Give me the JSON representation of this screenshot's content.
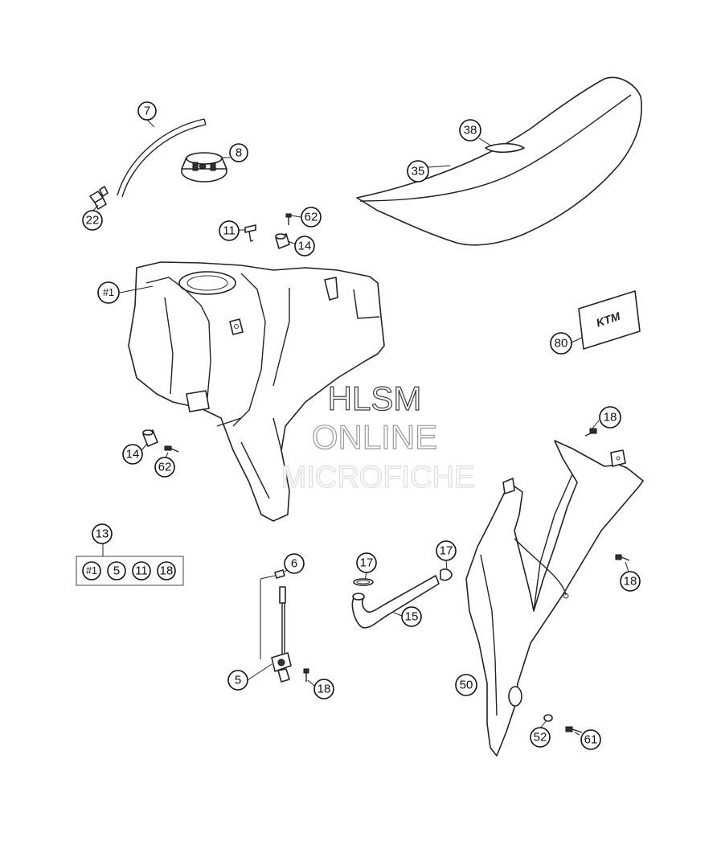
{
  "diagram": {
    "callouts": [
      {
        "id": "c7",
        "label": "7"
      },
      {
        "id": "c8",
        "label": "8"
      },
      {
        "id": "c22",
        "label": "22"
      },
      {
        "id": "c11",
        "label": "11"
      },
      {
        "id": "c62a",
        "label": "62"
      },
      {
        "id": "c14a",
        "label": "14"
      },
      {
        "id": "c1",
        "label": "#1"
      },
      {
        "id": "c38",
        "label": "38"
      },
      {
        "id": "c35",
        "label": "35"
      },
      {
        "id": "c80",
        "label": "80"
      },
      {
        "id": "c14b",
        "label": "14"
      },
      {
        "id": "c62b",
        "label": "62"
      },
      {
        "id": "c18a",
        "label": "18"
      },
      {
        "id": "c13",
        "label": "13"
      },
      {
        "id": "c6",
        "label": "6"
      },
      {
        "id": "c17a",
        "label": "17"
      },
      {
        "id": "c17b",
        "label": "17"
      },
      {
        "id": "c15",
        "label": "15"
      },
      {
        "id": "c18b",
        "label": "18"
      },
      {
        "id": "c5",
        "label": "5"
      },
      {
        "id": "c18c",
        "label": "18"
      },
      {
        "id": "c50",
        "label": "50"
      },
      {
        "id": "c52",
        "label": "52"
      },
      {
        "id": "c61",
        "label": "61"
      }
    ],
    "kit": [
      "#1",
      "5",
      "11",
      "18"
    ],
    "badge_text": "KTM",
    "watermark": [
      "HLSM",
      "ONLINE",
      "MICROFICHE"
    ]
  }
}
